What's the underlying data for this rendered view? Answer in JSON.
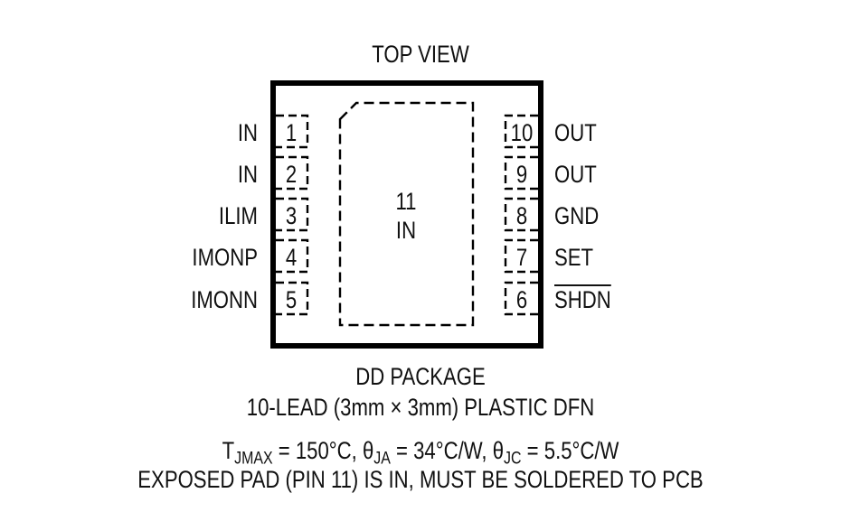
{
  "diagram": {
    "title": "TOP VIEW",
    "package_name": "DD PACKAGE",
    "package_desc": "10-LEAD (3mm × 3mm) PLASTIC DFN",
    "thermal": {
      "t_sym": "T",
      "t_sub": "JMAX",
      "t_val": " = 150°C, ",
      "ja_sym": "θ",
      "ja_sub": "JA",
      "ja_val": " = 34°C/W, ",
      "jc_sym": "θ",
      "jc_sub": "JC",
      "jc_val": " = 5.5°C/W"
    },
    "exposed_pad_note": "EXPOSED PAD (PIN 11) IS IN, MUST BE SOLDERED TO PCB",
    "exposed_pad": {
      "number": "11",
      "name": "IN"
    },
    "left_pins": [
      {
        "number": "1",
        "name": "IN"
      },
      {
        "number": "2",
        "name": "IN"
      },
      {
        "number": "3",
        "name": "ILIM"
      },
      {
        "number": "4",
        "name": "IMONP"
      },
      {
        "number": "5",
        "name": "IMONN"
      }
    ],
    "right_pins": [
      {
        "number": "10",
        "name": "OUT"
      },
      {
        "number": "9",
        "name": "OUT"
      },
      {
        "number": "8",
        "name": "GND"
      },
      {
        "number": "7",
        "name": "SET"
      },
      {
        "number": "6",
        "name": "SHDN",
        "overbar": true
      }
    ]
  }
}
